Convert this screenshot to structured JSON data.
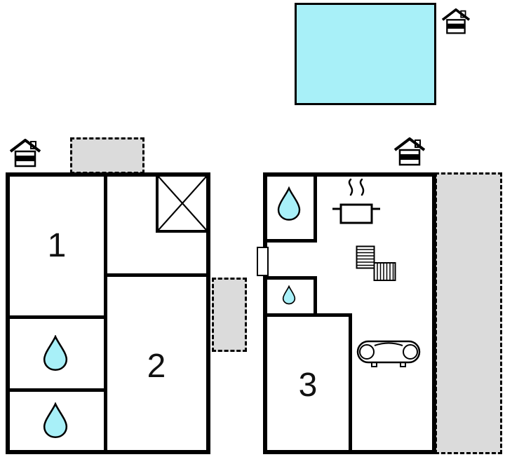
{
  "plan": {
    "type": "floor-plan",
    "buildings": [
      {
        "name": "building-left",
        "rooms": [
          "1",
          "2"
        ]
      },
      {
        "name": "building-right",
        "rooms": [
          "3"
        ]
      }
    ]
  },
  "rooms": [
    {
      "label": "1"
    },
    {
      "label": "2"
    },
    {
      "label": "3"
    }
  ],
  "colors": {
    "pool_fill": "#a8f0f8",
    "water_drop_fill": "#a8f0f8",
    "terrace_fill": "#dbdbdb",
    "wall": "#000000",
    "background": "#ffffff"
  },
  "icons": {
    "house_entrance": {
      "name": "house-entrance-icon",
      "count": 3
    },
    "water_drop": {
      "name": "water-drop-icon",
      "count": 4
    },
    "shower_box": {
      "name": "shower-x-icon",
      "count": 1
    },
    "stove": {
      "name": "stove-icon",
      "count": 1
    },
    "stairs": {
      "name": "stairs-icon",
      "count": 1
    },
    "sofa": {
      "name": "sofa-icon",
      "count": 1
    },
    "door": {
      "name": "door-icon",
      "count": 1
    },
    "pool": {
      "name": "swimming-pool",
      "count": 1
    },
    "terrace": {
      "name": "terrace",
      "count": 3
    }
  }
}
